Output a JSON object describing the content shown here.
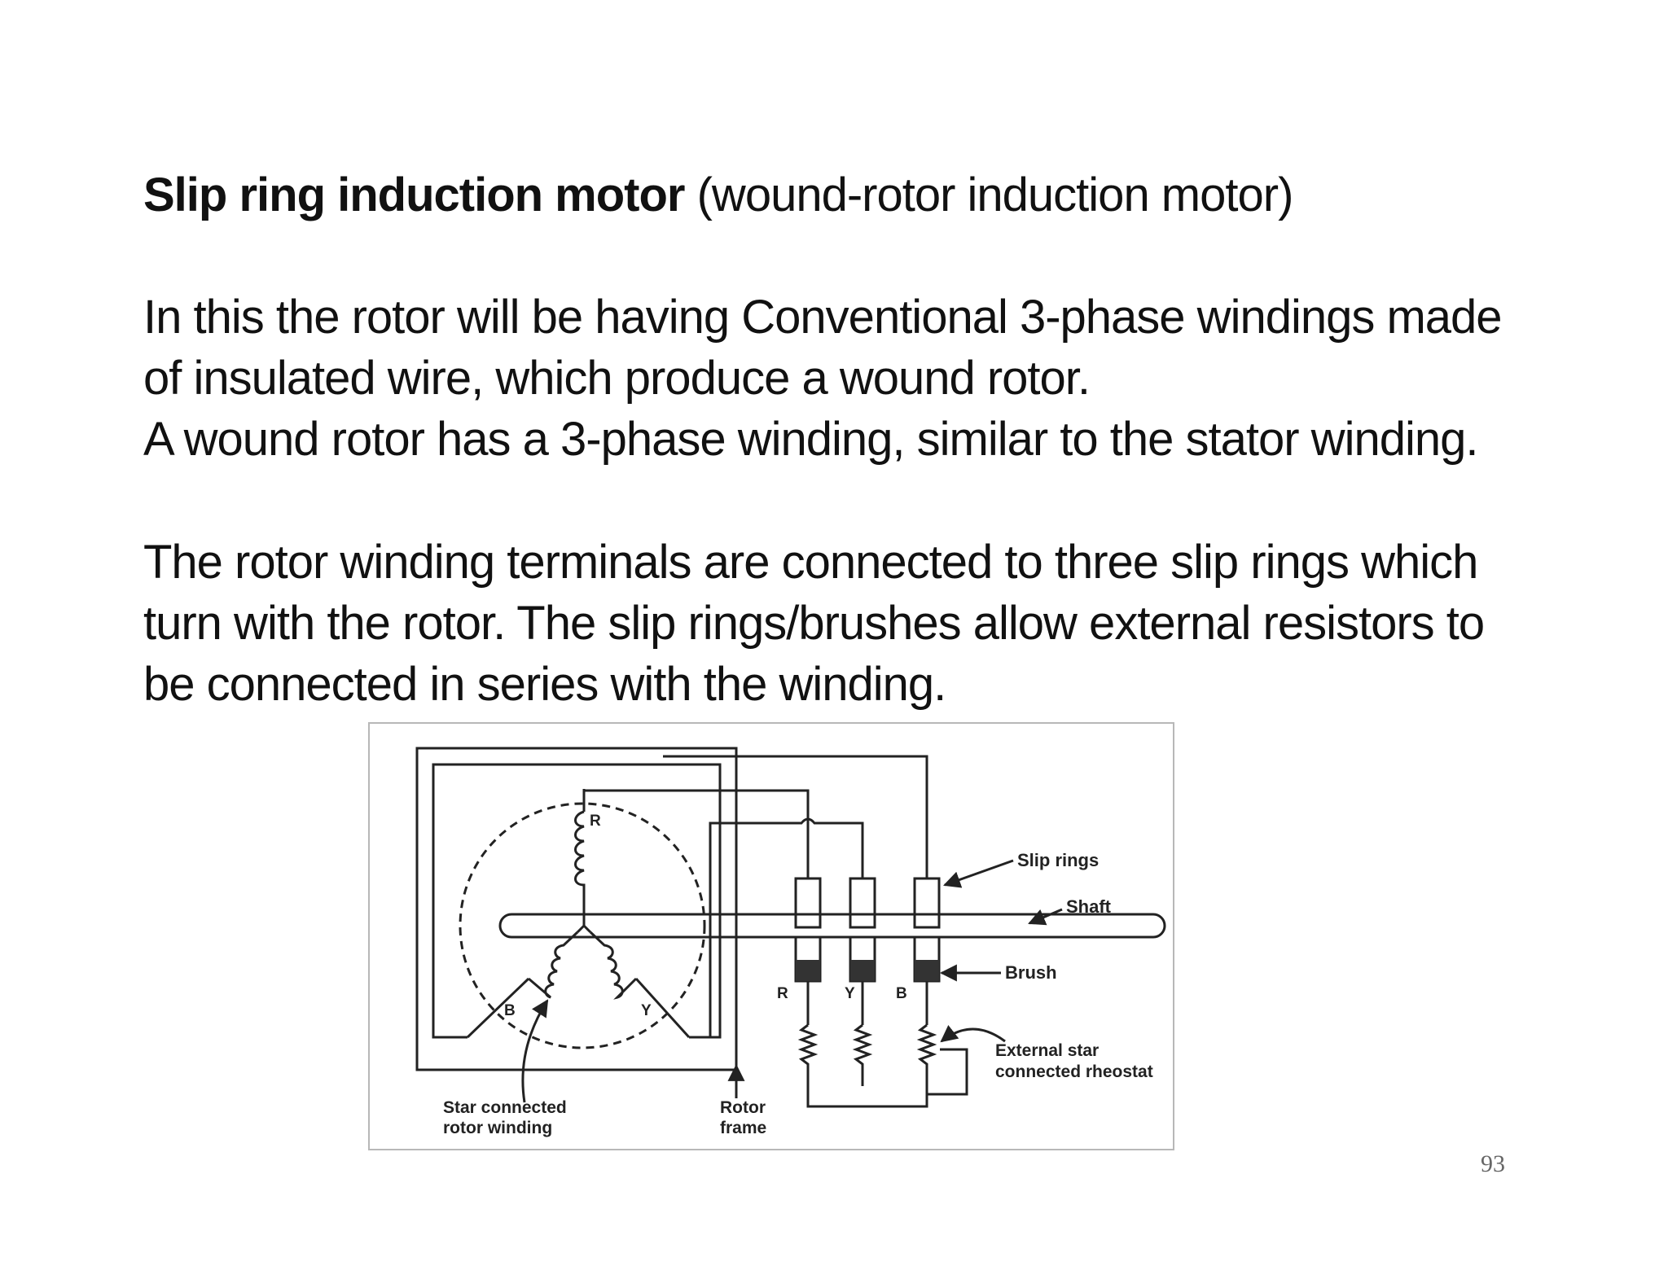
{
  "heading": {
    "bold": "Slip ring induction motor",
    "normal": " (wound-rotor induction motor)"
  },
  "paragraph1": {
    "lines": [
      "In this the rotor will be having Conventional 3-phase windings made",
      "of insulated wire, which produce a wound rotor.",
      "A wound rotor has a 3-phase winding, similar to the stator winding."
    ]
  },
  "paragraph2": {
    "lines": [
      "The rotor winding terminals are connected to three slip rings which",
      "turn with the rotor. The slip rings/brushes allow external resistors to",
      "be connected in series with the winding."
    ]
  },
  "figure": {
    "labels": {
      "slip_rings": "Slip rings",
      "shaft": "Shaft",
      "brush": "Brush",
      "external_line1": "External star",
      "external_line2": "connected rheostat",
      "star_line1": "Star connected",
      "star_line2": "rotor winding",
      "rotor_line1": "Rotor",
      "rotor_line2": "frame",
      "phase_r": "R",
      "phase_y": "Y",
      "phase_b": "B"
    }
  },
  "page_number": "93"
}
